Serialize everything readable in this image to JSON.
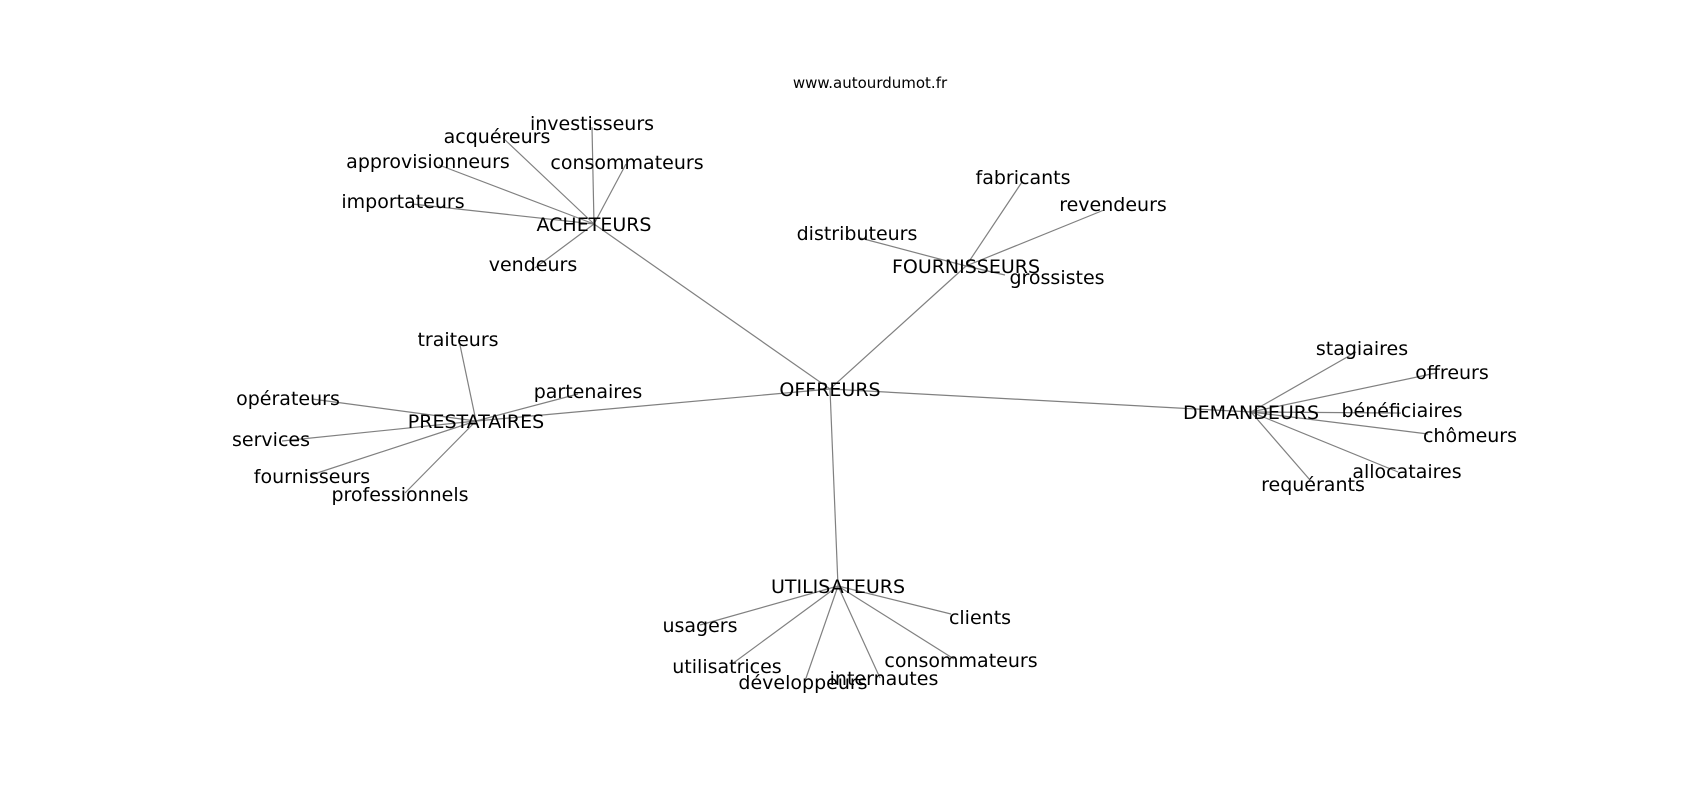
{
  "watermark": "www.autourdumot.fr",
  "center": "OFFREURS",
  "groups": [
    {
      "hub": "ACHETEURS",
      "leaves": [
        "investisseurs",
        "acquéreurs",
        "approvisionneurs",
        "consommateurs",
        "importateurs",
        "vendeurs"
      ]
    },
    {
      "hub": "FOURNISSEURS",
      "leaves": [
        "fabricants",
        "revendeurs",
        "distributeurs",
        "grossistes"
      ]
    },
    {
      "hub": "PRESTATAIRES",
      "leaves": [
        "traiteurs",
        "partenaires",
        "opérateurs",
        "services",
        "fournisseurs",
        "professionnels"
      ]
    },
    {
      "hub": "DEMANDEURS",
      "leaves": [
        "stagiaires",
        "offreurs",
        "bénéficiaires",
        "chômeurs",
        "allocataires",
        "requérants"
      ]
    },
    {
      "hub": "UTILISATEURS",
      "leaves": [
        "usagers",
        "clients",
        "utilisatrices",
        "consommateurs",
        "développeurs",
        "internautes"
      ]
    }
  ]
}
